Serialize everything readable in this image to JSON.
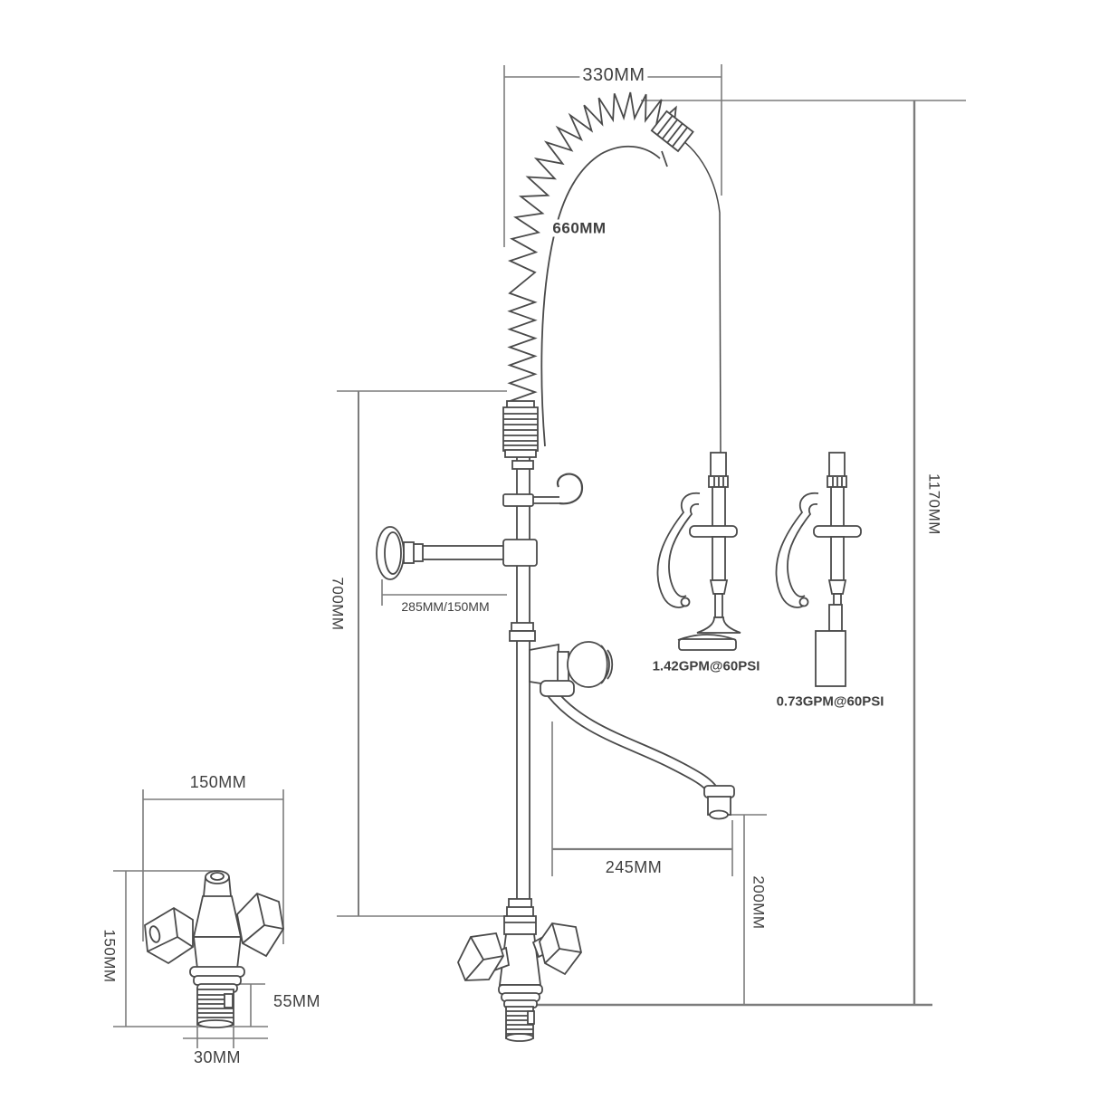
{
  "labels": {
    "hose_arc_width": "330MM",
    "hose_length": "660MM",
    "overall_height": "1170MM",
    "riser_height": "700MM",
    "wall_bracket_reach": "285MM/150MM",
    "spout_reach": "245MM",
    "spout_outlet_height": "200MM",
    "spray_valve_flow": "1.42GPM@60PSI",
    "spout_nozzle_flow": "0.73GPM@60PSI",
    "base_detail_width": "150MM",
    "base_detail_height": "150MM",
    "shank_exposed_length": "55MM",
    "shank_diameter": "30MM"
  },
  "colors": {
    "background": "#ffffff",
    "drawing_line": "#4a4a4a",
    "dimension_line": "#7c7c7c",
    "text": "#3f3f3f"
  }
}
